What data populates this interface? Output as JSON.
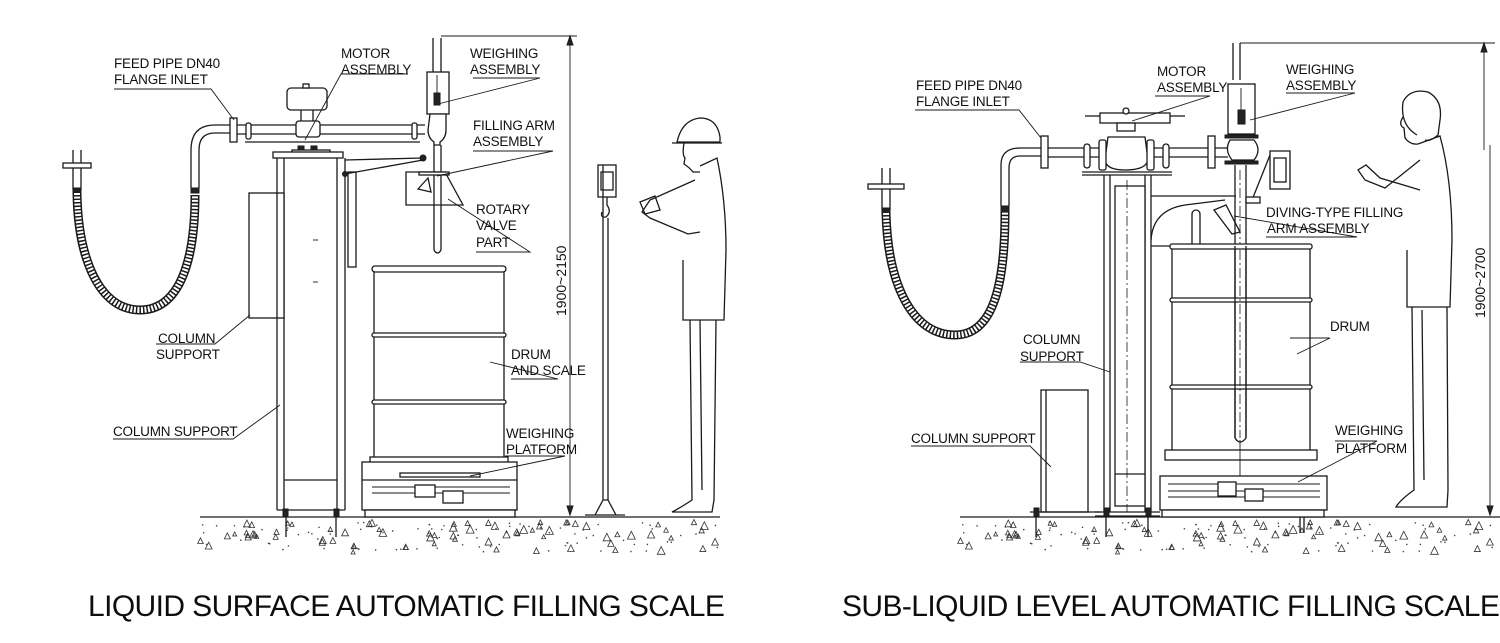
{
  "figures": [
    {
      "caption": "LIQUID SURFACE AUTOMATIC FILLING SCALE",
      "dimension": "1900~2150",
      "labels": {
        "feed_pipe": [
          "FEED PIPE DN40",
          "FLANGE INLET"
        ],
        "motor": [
          "MOTOR",
          "ASSEMBLY"
        ],
        "weighing_assembly": [
          "WEIGHING",
          "ASSEMBLY"
        ],
        "filling_arm": [
          "FILLING ARM",
          "ASSEMBLY"
        ],
        "rotary_valve": [
          "ROTARY",
          "VALVE",
          "PART"
        ],
        "column_support_upper": [
          "COLUMN",
          "SUPPORT"
        ],
        "drum": [
          "DRUM",
          "AND SCALE"
        ],
        "column_support_lower": [
          "COLUMN SUPPORT"
        ],
        "weighing_platform": [
          "WEIGHING",
          "PLATFORM"
        ]
      }
    },
    {
      "caption": "SUB-LIQUID LEVEL AUTOMATIC FILLING SCALE",
      "dimension": "1900~2700",
      "labels": {
        "feed_pipe": [
          "FEED PIPE DN40",
          "FLANGE INLET"
        ],
        "motor": [
          "MOTOR",
          "ASSEMBLY"
        ],
        "weighing_assembly": [
          "WEIGHING",
          "ASSEMBLY"
        ],
        "filling_arm": [
          "DIVING-TYPE FILLING",
          "ARM ASSEMBLY"
        ],
        "column_support_upper": [
          "COLUMN",
          "SUPPORT"
        ],
        "drum": [
          "DRUM"
        ],
        "column_support_lower": [
          "COLUMN SUPPORT"
        ],
        "weighing_platform": [
          "WEIGHING",
          "PLATFORM"
        ]
      }
    }
  ]
}
